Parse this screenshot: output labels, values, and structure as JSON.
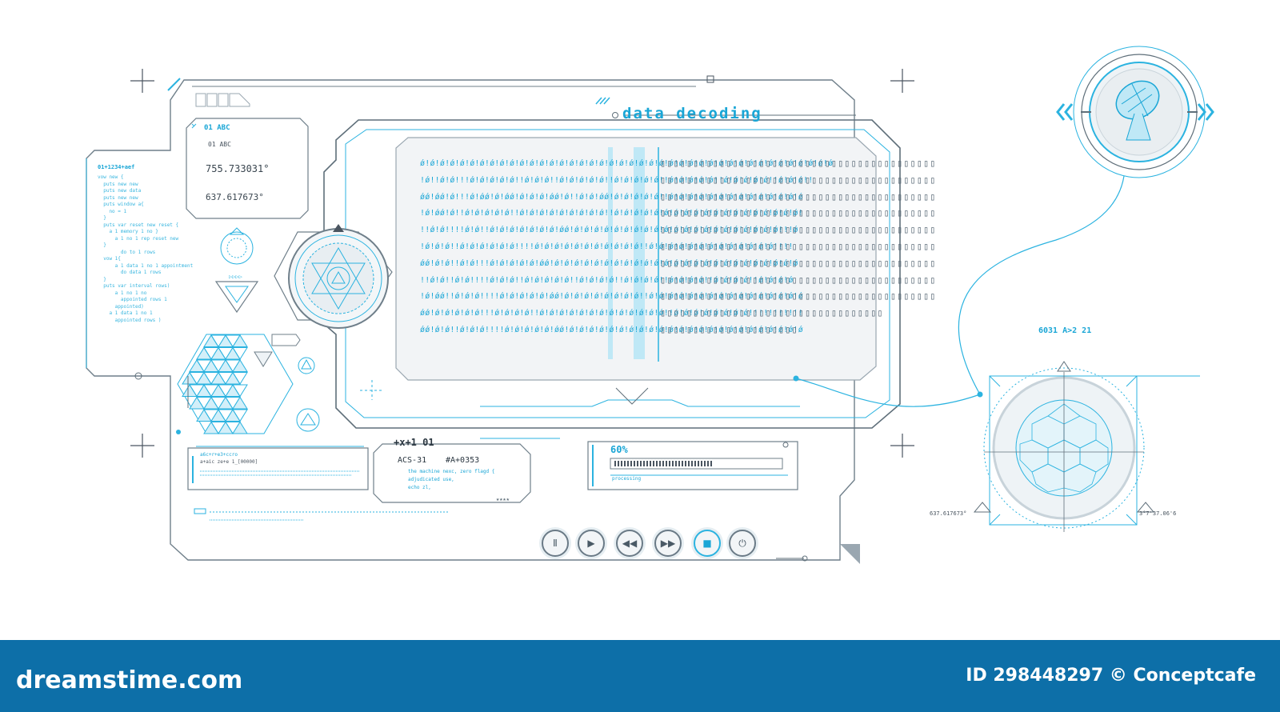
{
  "header_title": "data decoding",
  "binary_rows": [
    "ǿǃǿǃǿǃǿǃǿǃǿǃǿǃǿǃǿǃǿǃǿǃǿǃǿǃǿǃǿǃǿǃǿǃǿǃǿǃǿǃǿǃǿǃǿǃǿǃǿǃǿǃǿǃǿǃǿǃǿǃǿǃǿǃǿǃǿǃǿǃǿǃǿǃǿǃǿǃǿǃǿǃǿ",
    "ǃǿǃǃǿǃǿǃǃǃǿǃǿǃǿǃǿǃǿǃǃǿǃǿǃǿǃǃǿǃǿǃǿǃǿǃǿǃǃǿǃǿǃǿǃǿǃǿǃǃǿǃǿǃǿǃǿǃǿǃǃǿǃǿǃǿǃǿǃǿǃǃǿǃǿǃǿǃǃ",
    "ǿǿǃǿǿǃǿǃǃǃǿǃǿǿǃǿǃǿǿǃǿǃǿǃǿǃǿǿǃǿǃǃǿǃǿǃǿǿǃǿǃǿǃǿǃǿǃǿǃǃǿǃǿǃǿǃǿǃǿǃǿǃǿǃǿǃǿǃǿǃǿǃǿǃǿǃǿ",
    "ǃǿǃǿǿǃǿǃǃǿǃǿǃǿǃǿǃǿǃǃǿǃǿǃǿǃǿǃǿǃǿǃǿǃǿǃǿǃǃǿǃǿǃǿǃǿǃǿǃǿǃǿǃǿǃǿǃǿǃǿǃǿǃǿǃǿǃǿǃǿǃǿǃǿǃǿǃ",
    "ǃǃǿǃǿǃǃǃǃǿǃǿǃǃǿǃǿǃǿǃǿǃǿǃǿǃǿǃǿǿǃǿǃǿǃǿǃǿǃǿǃǿǃǿǃǿǃǿǃǿǃǿǃǿǃǿǃǿǃǿǃǿǃǿǃǿǃǿǃǿǃǿǃǃǃǿ",
    "ǃǿǃǿǃǿǃǃǿǃǿǃǿǃǿǃǿǃǿǃǃǃǃǿǃǿǃǿǃǿǃǿǃǿǃǿǃǿǃǿǃǿǃǿǃǃǿǃǿǃǿǃǿǃǿǃǿǃǿǃǿǃǿǃǿǃǿǃǿǃǿǃǃǃǃ",
    "ǿǿǃǿǃǿǃǃǿǃǿǃǃǃǿǃǿǃǿǃǿǃǿǃǿǿǃǿǃǿǃǿǃǿǃǿǃǿǃǿǃǿǃǿǃǿǃǿǃǿǃǿǃǿǃǿǃǿǃǿǃǿǃǿǃǿǃǿǃǿǃǿǃǿǃǿ",
    "ǃǃǿǃǿǃǃǿǃǿǃǃǃǃǿǃǿǃǿǃǃǿǃǿǃǿǃǿǃǿǃǃǿǃǿǃǿǃǿǃǃǿǃǿǃǿǃǿǃǃǿǃǿǃǿǃǿǃǃǿǃǿǃǿǃǿǃǃǿǃǿǃǿǃǿ",
    "ǃǿǃǿǿǃǃǿǃǿǃǿǃǃǃǃǿǃǿǃǿǃǿǃǿǃǿǿǃǿǃǿǃǿǃǿǃǿǃǿǃǿǃǿǃǃǿǃǿǃǿǃǿǃǿǃǿǃǿǃǿǃǿǃǿǃǿǃǿǃǿǃǿǃǿǃǿ",
    "ǿǿǃǿǃǿǃǿǃǿǃǿǃǃǃǿǃǿǃǿǃǿǃǃǿǃǿǃǿǃǿǃǿǃǿǃǿǃǿǃǿǃǿǃǿǃǿǃǿǃǃǿǃǿǃǿǃǿǃǿǃǿǃǿǃǿǃǃǃǃǃǃǃǃǃǃǃ",
    "ǿǿǃǿǃǿǃǃǿǃǿǃǿǃǃǃǃǿǃǿǃǿǃǿǃǿǃǿǿǃǿǃǿǃǿǃǿǃǿǃǿǃǿǃǿǃǿǃǿǃǿǃǿǃǿǃǿǃǿǃǿǃǿǃǿǃǿǃǿǃǿǃǿǃǿǃǿ"
  ],
  "box_rows": [
    "▯▯▯▯▯▯▯▯▯▯▯▯▯▯▯▯▯▯▯▯▯▯▯▯▯▯▯▯▯▯▯▯▯▯▯▯▯▯▯▯▯▯",
    "▯▯▯▯▯▯▯▯▯▯▯▯▯▯▯▯▯▯▯▯▯▯▯▯▯▯▯▯▯▯▯▯▯▯▯▯▯▯▯▯▯▯",
    "▯▯▯▯▯▯▯▯▯▯▯▯▯▯▯▯▯▯▯▯▯▯▯▯▯▯▯▯▯▯▯▯▯▯▯▯▯▯▯▯▯▯",
    "▯▯▯▯▯▯▯▯▯▯▯▯▯▯▯▯▯▯▯▯▯▯▯▯▯▯▯▯▯▯▯▯▯▯▯▯▯▯▯▯▯▯",
    "▯▯▯▯▯▯▯▯▯▯▯▯▯▯▯▯▯▯▯▯▯▯▯▯▯▯▯▯▯▯▯▯▯▯▯▯▯▯▯▯▯▯",
    "▯▯▯▯▯▯▯▯▯▯▯▯▯▯▯▯▯▯▯▯▯▯▯▯▯▯▯▯▯▯▯▯▯▯▯▯▯▯▯▯▯▯",
    "▯▯▯▯▯▯▯▯▯▯▯▯▯▯▯▯▯▯▯▯▯▯▯▯▯▯▯▯▯▯▯▯▯▯▯▯▯▯▯▯▯▯",
    "▯▯▯▯▯▯▯▯▯▯▯▯▯▯▯▯▯▯▯▯▯▯▯▯▯▯▯▯▯▯▯▯▯▯▯▯▯▯▯▯▯▯",
    "▯▯▯▯▯▯▯▯▯▯▯▯▯▯▯▯▯▯▯▯▯▯▯▯▯▯▯▯▯▯▯▯▯▯▯▯▯▯▯▯▯▯",
    "▯▯▯▯▯▯▯▯▯▯▯▯▯▯▯▯▯▯▯▯▯▯▯▯▯▯▯▯▯▯▯▯▯▯",
    "▯▯▯▯▯▯▯▯▯▯▯▯▯▯▯▯▯▯▯▯▯"
  ],
  "top_left_panel": {
    "label": "01 ABC",
    "code1": "01 ABC",
    "num1": "755.733031°",
    "num2": "637.617673°"
  },
  "side_code_title": "01+1234+aef",
  "side_code_lines": [
    "vow new {",
    "  puts new new",
    "  puts new data",
    "  puts new new",
    "",
    "  puts window a{",
    "    no = 1",
    "  }",
    "",
    "  puts var reset new reset {",
    "    a 1 memory 1 no }",
    "      a 1 no 1 rep reset new",
    "  }",
    "        do to 1 rows",
    "  vow 1{",
    "      a 1 data 1 no 1 appointment",
    "        do data 1 rows",
    "  }",
    "",
    "  puts var interval rows)",
    "      a 1 no 1 no",
    "        appointed rows 1",
    "",
    "      appointed)",
    "",
    "    a 1 data 1 no 1",
    "      appointed rows )"
  ],
  "bottom_left_code": {
    "title": "a6c+r+e3+ccro",
    "line1": "a+aic ze+e 1_[00000]"
  },
  "mid_panel": {
    "title": "+x+1 01",
    "line1": "ACS-31",
    "line2": "#A+0353",
    "line3": "the machine nexc, zero flagd {",
    "line4": "  adjudicated use,",
    "line5": "  echo zl,"
  },
  "progress": {
    "label": "60%",
    "value": 60,
    "sub": "processing"
  },
  "right_panel": {
    "label": "6031 A>2 21",
    "left_coord": "637.617673°",
    "right_coord": "3°7'37.06'6"
  },
  "controls": [
    {
      "name": "pause-button",
      "icon": "Ⅱ"
    },
    {
      "name": "play-button",
      "icon": "▶"
    },
    {
      "name": "rewind-button",
      "icon": "◀◀"
    },
    {
      "name": "fast-forward-button",
      "icon": "▶▶"
    },
    {
      "name": "stop-button",
      "icon": "■"
    },
    {
      "name": "power-button",
      "icon": "⏻"
    }
  ],
  "footer": {
    "brand": "dreamstime.com",
    "credit": "ID 298448297 © Conceptcafe"
  },
  "colors": {
    "accent": "#1aa6d6",
    "line": "#5f6f7a",
    "footer": "#0d6fa8"
  }
}
